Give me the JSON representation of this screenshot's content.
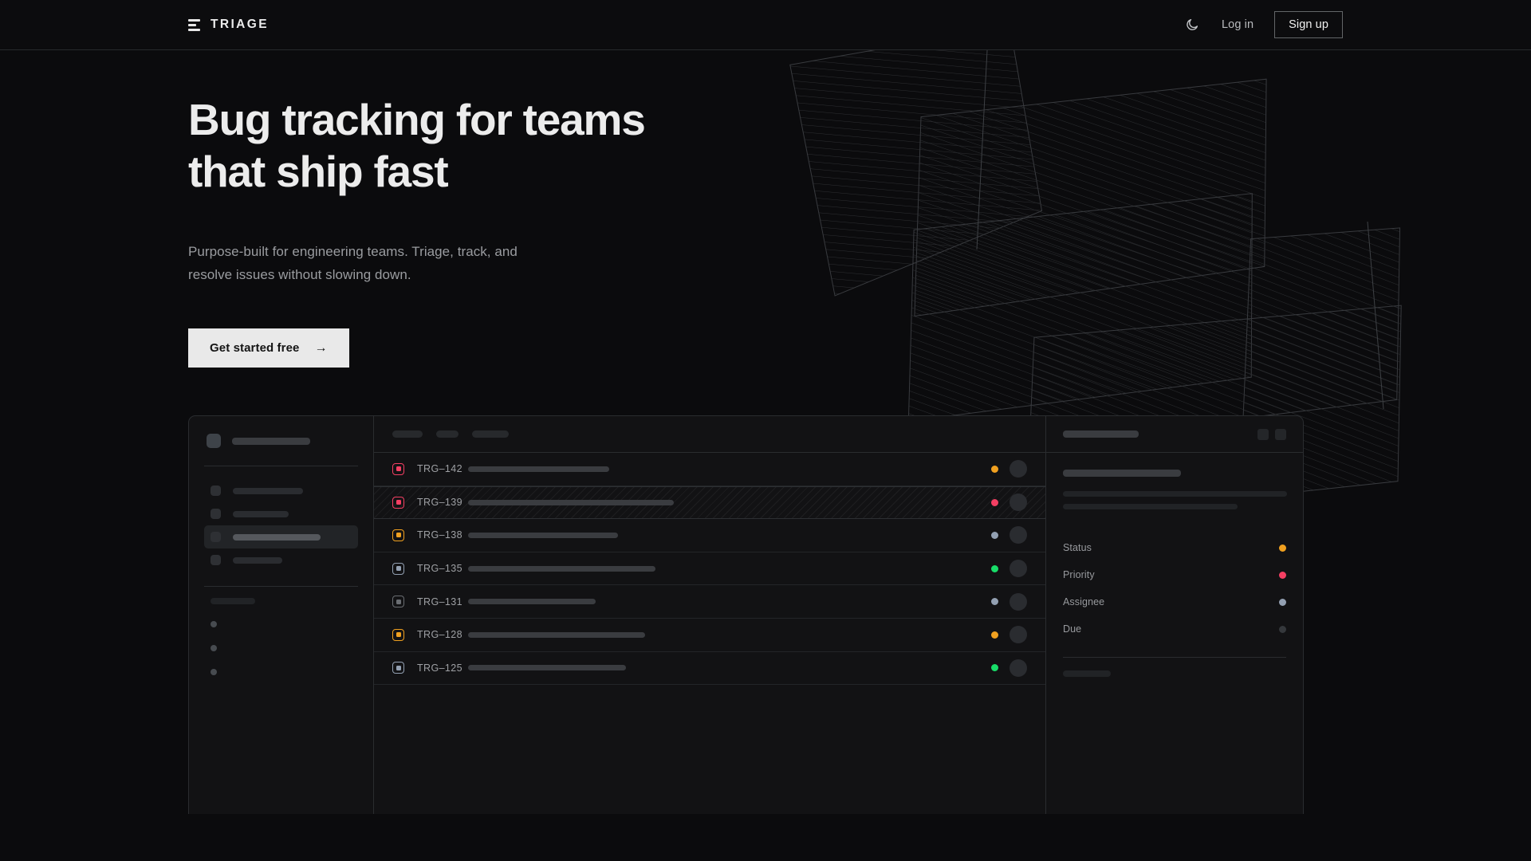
{
  "nav": {
    "brand": "TRIAGE",
    "brand_icon": "stacked-bars-logo-icon",
    "theme_toggle_icon": "moon-icon",
    "login_label": "Log in",
    "signup_label": "Sign up"
  },
  "hero": {
    "heading": "Bug tracking for teams\nthat ship fast",
    "subheading": "Purpose-built for engineering teams. Triage, track, and\nresolve issues without slowing down.",
    "cta_label": "Get started free",
    "cta_arrow": "→"
  },
  "colors": {
    "page_bg": "#0b0b0d",
    "nav_bg": "#0c0c0e",
    "panel_bg": "#121214",
    "border": "#2a2c2f",
    "text_primary": "#ececec",
    "text_muted": "#9a9ca0",
    "cta_bg": "#e9e9e9",
    "status_orange": "#f0a020",
    "status_pink": "#f43f63",
    "status_green": "#18dd69",
    "status_slate": "#93a0b2",
    "status_gray": "#3a3c40"
  },
  "mockup": {
    "sidebar": {
      "workspace_icon": "workspace-square-icon",
      "workspace_name_width": 98,
      "nav_items": [
        {
          "label_width": 88,
          "active": false
        },
        {
          "label_width": 70,
          "active": false
        },
        {
          "label_width": 110,
          "active": true
        },
        {
          "label_width": 62,
          "active": false
        }
      ],
      "section_label_width": 56,
      "projects": [
        {
          "dot": "project-dot"
        },
        {
          "dot": "project-dot"
        },
        {
          "dot": "project-dot"
        }
      ]
    },
    "list": {
      "filter_chips": [
        38,
        28,
        46
      ],
      "columns": [
        "priority",
        "id",
        "title",
        "status",
        "assignee"
      ],
      "rows": [
        {
          "id": "TRG–142",
          "priority_color": "#f43f63",
          "status_color": "#f0a020",
          "title_width": 177,
          "highlighted": false
        },
        {
          "id": "TRG–139",
          "priority_color": "#f43f63",
          "status_color": "#f43f63",
          "title_width": 258,
          "highlighted": true
        },
        {
          "id": "TRG–138",
          "priority_color": "#f0a020",
          "status_color": "#93a0b2",
          "title_width": 188,
          "highlighted": false
        },
        {
          "id": "TRG–135",
          "priority_color": "#93a0b2",
          "status_color": "#18dd69",
          "title_width": 235,
          "highlighted": false
        },
        {
          "id": "TRG–131",
          "priority_color": "#6a6d72",
          "status_color": "#93a0b2",
          "title_width": 160,
          "highlighted": false
        },
        {
          "id": "TRG–128",
          "priority_color": "#f0a020",
          "status_color": "#f0a020",
          "title_width": 222,
          "highlighted": false
        },
        {
          "id": "TRG–125",
          "priority_color": "#93a0b2",
          "status_color": "#18dd69",
          "title_width": 198,
          "highlighted": false
        }
      ]
    },
    "detail": {
      "header_title_width": 95,
      "header_buttons": [
        "detail-action-button-1",
        "detail-action-button-2"
      ],
      "issue_title_width": 148,
      "description_lines": [
        281,
        219
      ],
      "meta": [
        {
          "label": "Status",
          "color": "#f0a020"
        },
        {
          "label": "Priority",
          "color": "#f43f63"
        },
        {
          "label": "Assignee",
          "color": "#93a0b2"
        },
        {
          "label": "Due",
          "color": "#35383c"
        }
      ],
      "activity_label_width": 60,
      "activity_items": [
        "comment-avatar-1",
        "comment-avatar-2"
      ]
    }
  }
}
